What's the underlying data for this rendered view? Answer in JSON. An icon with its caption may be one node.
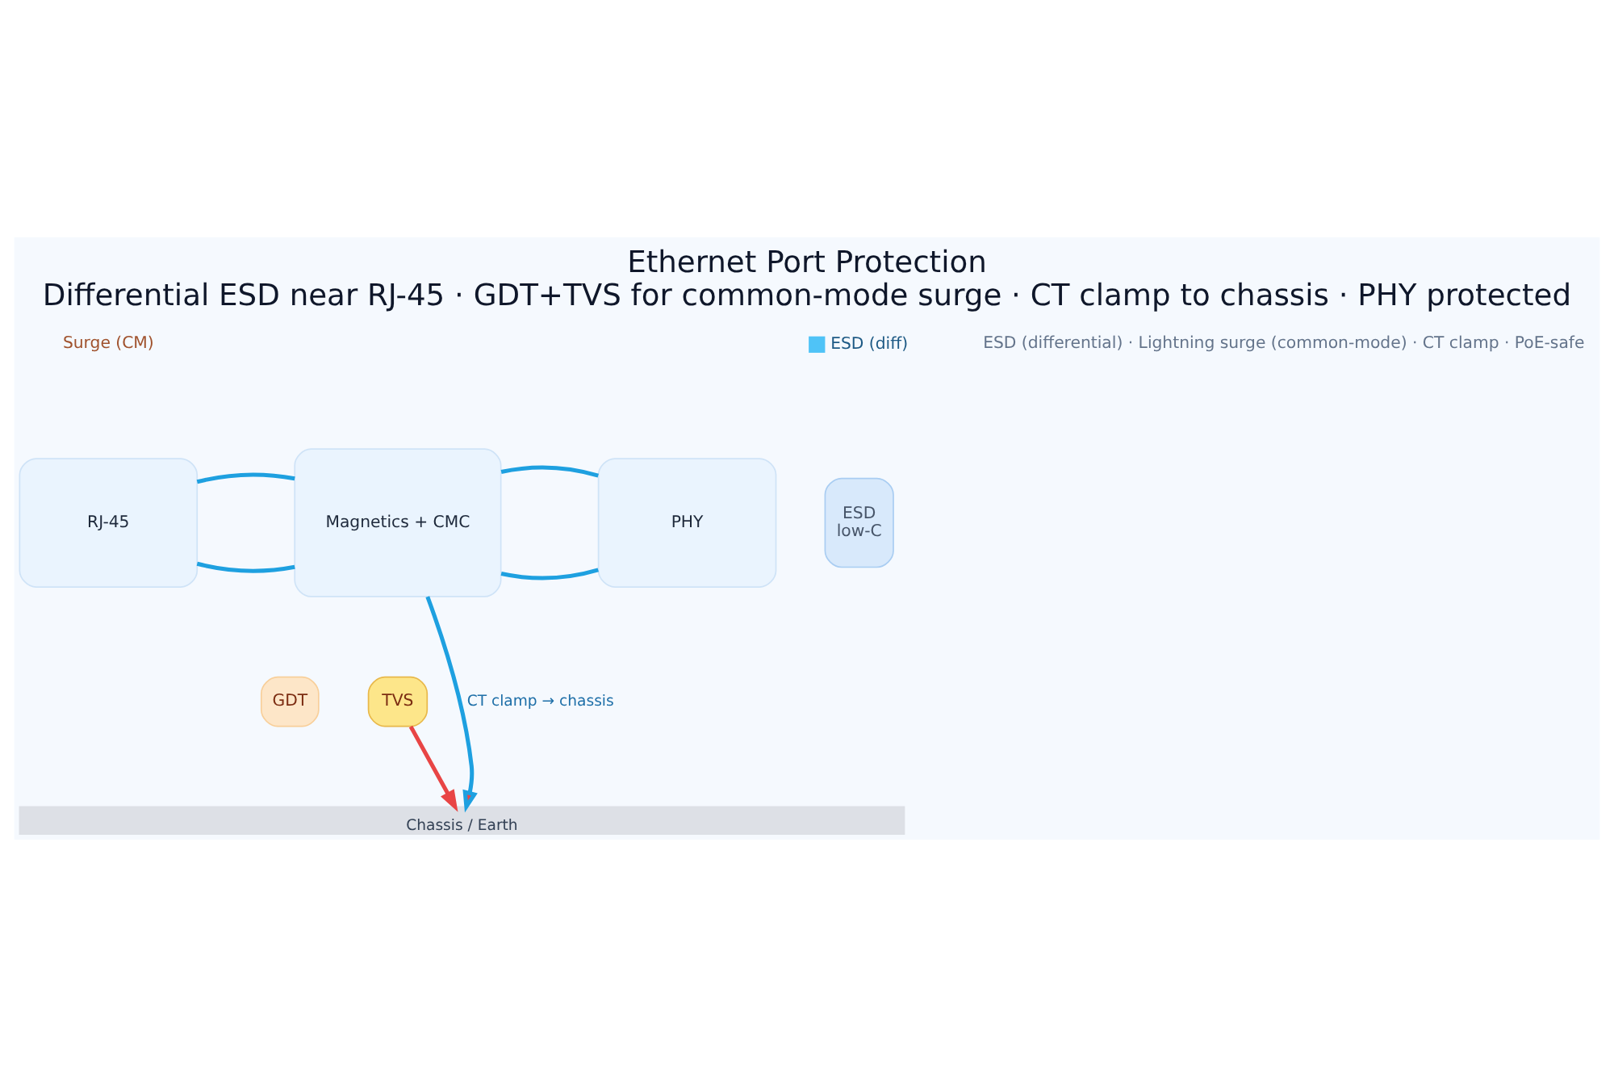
{
  "diagram": {
    "title": "Ethernet Port Protection",
    "caption": "Differential ESD near RJ-45 · GDT+TVS for common-mode surge · CT clamp to chassis · PHY protected",
    "nodes": [
      {
        "text": [
          "RJ-45"
        ]
      },
      {
        "text": [
          "ESD",
          "low-C"
        ]
      },
      {
        "text": [
          "Magnetics + CMC"
        ]
      },
      {
        "text": [
          "PHY"
        ]
      },
      {
        "text": [
          "GDT"
        ]
      },
      {
        "text": [
          "TVS"
        ]
      },
      {
        "text": [
          "Chassis / Earth"
        ]
      }
    ],
    "edges": [
      {
        "from": 0,
        "to": 2,
        "arrow": "none"
      },
      {
        "from": 0,
        "to": 2,
        "arrow": "none"
      },
      {
        "from": 2,
        "to": 3,
        "arrow": "none"
      },
      {
        "from": 2,
        "to": 3,
        "arrow": "none"
      },
      {
        "from": 2,
        "to": 6,
        "arrow": "to",
        "label": "CT clamp → chassis"
      },
      {
        "from": 5,
        "to": 6,
        "arrow": "to",
        "color": "#e84545"
      }
    ],
    "labels": [
      "ESD (differential) · Lightning surge (common-mode) · CT clamp · PoE-safe",
      "Surge (CM)"
    ],
    "legend": [
      {
        "text": "ESD (diff)",
        "color": "#4fc3f7"
      }
    ]
  }
}
